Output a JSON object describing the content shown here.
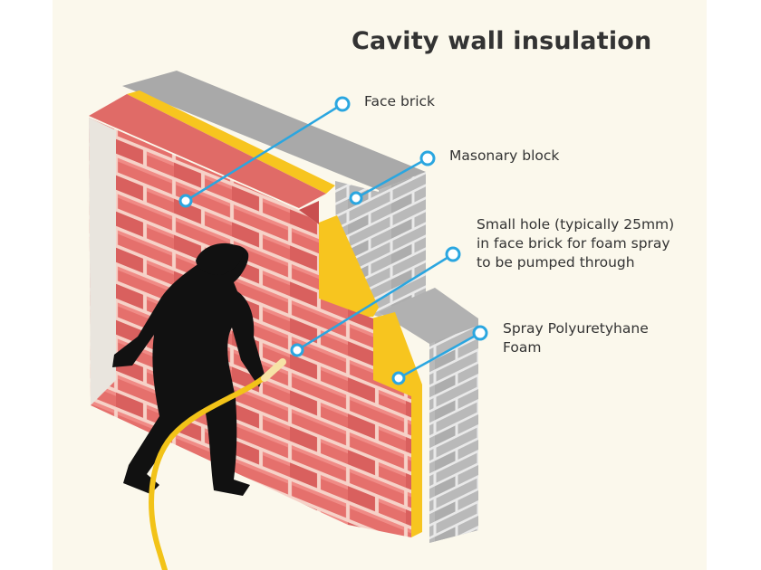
{
  "title": "Cavity wall insulation",
  "labels": {
    "face_brick": "Face brick",
    "masonry_block": "Masonary block",
    "small_hole": [
      "Small hole (typically 25mm)",
      "in face brick for foam spray",
      "to be pumped through"
    ],
    "spray_foam": [
      "Spray Polyuretyhane",
      "Foam"
    ]
  },
  "colors": {
    "background": "#fbf8ec",
    "brick": "#e5706c",
    "brick_dark": "#c94f4f",
    "mortar": "#f6d2c8",
    "block_gray": "#b7b7b7",
    "foam_yellow": "#f7c51f",
    "callout_blue": "#2aa6e0",
    "silhouette": "#111111",
    "hose": "#f2c318"
  },
  "icons": [
    "worker-silhouette",
    "spray-hose"
  ]
}
